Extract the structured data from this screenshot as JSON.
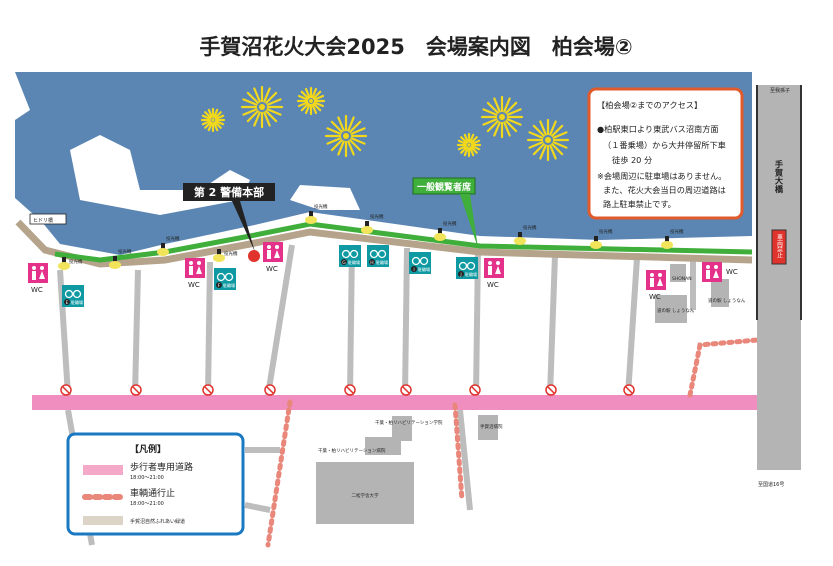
{
  "title": "手賀沼花火大会2025　会場案内図　柏会場②",
  "access": {
    "heading": "【柏会場②までのアクセス】",
    "lines": [
      "●柏駅東口より東武バス沼南方面",
      "（１番乗場）から大井停留所下車",
      "徒歩 20 分",
      "※会場周辺に駐車場はありません。",
      "また、花火大会当日の周辺道路は",
      "路上駐車禁止です。"
    ]
  },
  "labels": {
    "hq": "第 2 警備本部",
    "general_seats": "一般観覧者席",
    "hidori_bridge": "ヒドリ橋",
    "light": "投光機",
    "wc": "WC",
    "to_abiko": "至我孫子",
    "bridge": "手賀大橋",
    "no_vehicles": "車両禁止",
    "to_route16": "至国道16号",
    "michinoeki": "道の駅 しょうなん",
    "shonan": "SHONAN",
    "rehab_school": "千葉・柏リハビリテーション学院",
    "rehab_hospital": "千葉・柏リハビリテーション病院",
    "university": "二松学舎大学",
    "teganuma_hospital": "手賀沼病院",
    "bike_parking": "駐輪場"
  },
  "bike_lots": [
    "E",
    "F",
    "G",
    "H",
    "I",
    "J"
  ],
  "legend": {
    "title": "【凡例】",
    "items": [
      {
        "label": "歩行者専用道路",
        "time": "18:00〜21:00"
      },
      {
        "label": "車輌通行止",
        "time": "18:00〜21:00"
      },
      {
        "label": "手賀沼自然ふれあい緑道",
        "time": ""
      }
    ]
  },
  "colors": {
    "water": "#5b86b3",
    "green": "#3fae3a",
    "path": "#b5a48b",
    "pink": "#f08fbf",
    "wc": "#e4318a",
    "bike": "#0f9aa3",
    "access_border": "#e05a2b",
    "legend_border": "#1a79c2"
  }
}
